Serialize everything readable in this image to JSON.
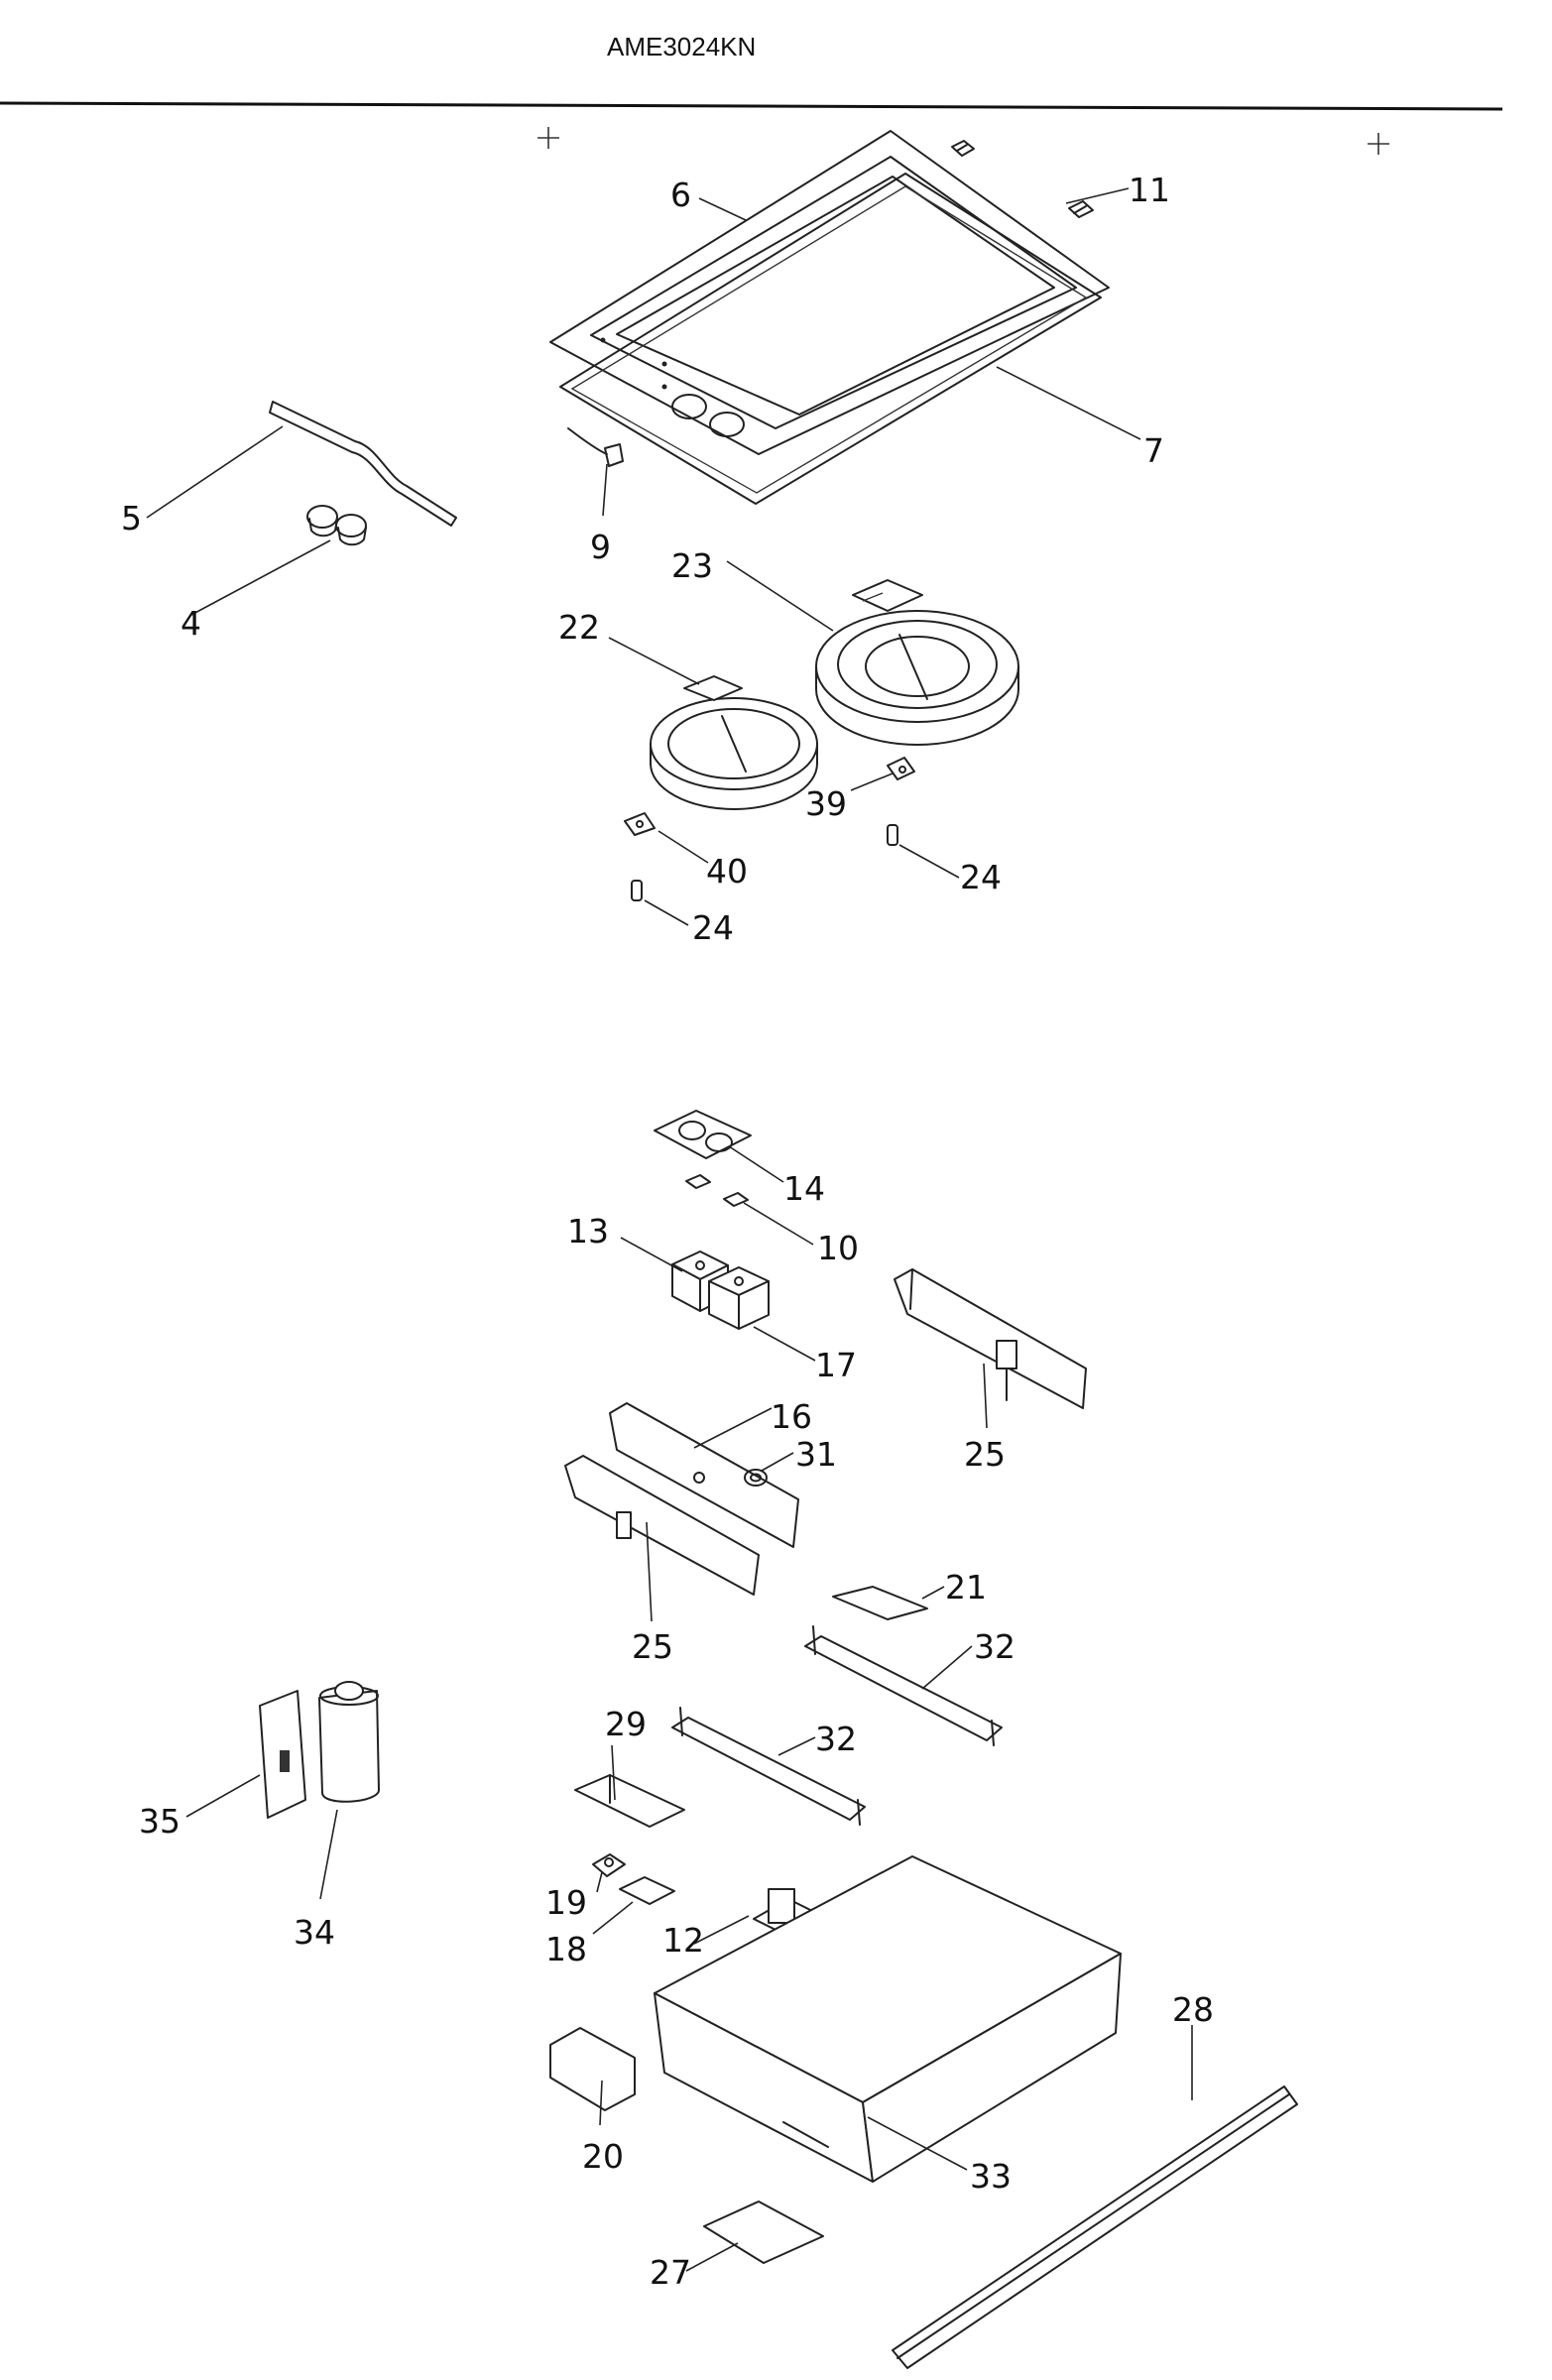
{
  "title": "AME3024KN",
  "callouts": [
    {
      "id": "c6",
      "label": "6"
    },
    {
      "id": "c11",
      "label": "11"
    },
    {
      "id": "c7",
      "label": "7"
    },
    {
      "id": "c5",
      "label": "5"
    },
    {
      "id": "c9",
      "label": "9"
    },
    {
      "id": "c4",
      "label": "4"
    },
    {
      "id": "c23",
      "label": "23"
    },
    {
      "id": "c22",
      "label": "22"
    },
    {
      "id": "c39",
      "label": "39"
    },
    {
      "id": "c40",
      "label": "40"
    },
    {
      "id": "c24a",
      "label": "24"
    },
    {
      "id": "c24b",
      "label": "24"
    },
    {
      "id": "c14",
      "label": "14"
    },
    {
      "id": "c10",
      "label": "10"
    },
    {
      "id": "c13",
      "label": "13"
    },
    {
      "id": "c17",
      "label": "17"
    },
    {
      "id": "c25a",
      "label": "25"
    },
    {
      "id": "c16",
      "label": "16"
    },
    {
      "id": "c31",
      "label": "31"
    },
    {
      "id": "c25b",
      "label": "25"
    },
    {
      "id": "c21",
      "label": "21"
    },
    {
      "id": "c32a",
      "label": "32"
    },
    {
      "id": "c32b",
      "label": "32"
    },
    {
      "id": "c29",
      "label": "29"
    },
    {
      "id": "c35",
      "label": "35"
    },
    {
      "id": "c34",
      "label": "34"
    },
    {
      "id": "c19",
      "label": "19"
    },
    {
      "id": "c18",
      "label": "18"
    },
    {
      "id": "c12",
      "label": "12"
    },
    {
      "id": "c28",
      "label": "28"
    },
    {
      "id": "c20",
      "label": "20"
    },
    {
      "id": "c33",
      "label": "33"
    },
    {
      "id": "c27",
      "label": "27"
    }
  ]
}
